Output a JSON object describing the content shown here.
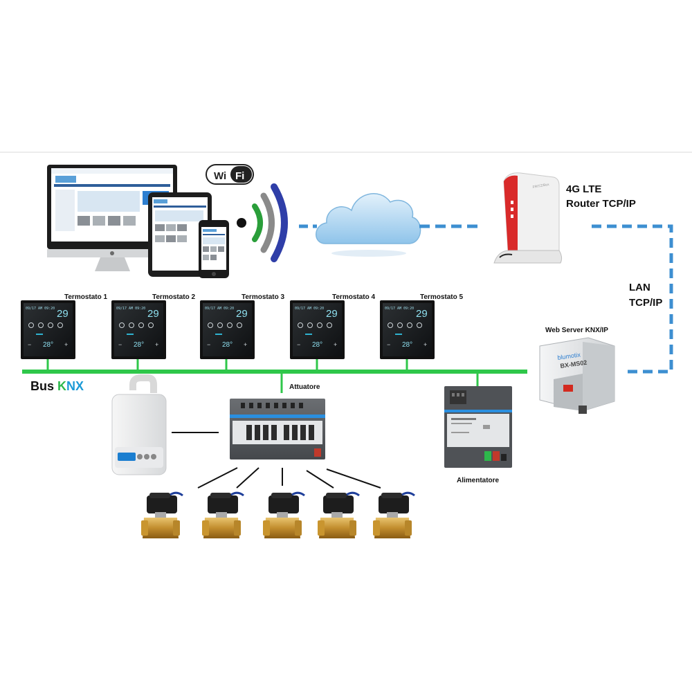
{
  "wifi": {
    "left": "Wi",
    "right": "Fi"
  },
  "router": {
    "line1": "4G LTE",
    "line2": "Router TCP/IP",
    "brand": "FRITZ!Box"
  },
  "lan": {
    "line1": "LAN",
    "line2": "TCP/IP"
  },
  "webserver": {
    "title": "Web Server KNX/IP",
    "brand": "blumotix",
    "model": "BX-MS02"
  },
  "thermostats": [
    {
      "label": "Termostato 1",
      "date": "09/17 AM 09:20",
      "setpoint": "29",
      "temp": "28°"
    },
    {
      "label": "Termostato 2",
      "date": "09/17 AM 09:20",
      "setpoint": "29",
      "temp": "28°"
    },
    {
      "label": "Termostato 3",
      "date": "09/17 AM 09:20",
      "setpoint": "29",
      "temp": "28°"
    },
    {
      "label": "Termostato 4",
      "date": "09/17 AM 09:20",
      "setpoint": "29",
      "temp": "28°"
    },
    {
      "label": "Termostato 5",
      "date": "09/17 AM 09:20",
      "setpoint": "29",
      "temp": "28°"
    }
  ],
  "bus": {
    "prefix": "Bus ",
    "k": "K",
    "n": "N",
    "x": "X"
  },
  "actuator": {
    "label": "Attuatore"
  },
  "power_supply": {
    "label": "Alimentatore"
  },
  "colors": {
    "bus_green": "#2fc74a",
    "lan_blue": "#3d8fd1",
    "knx_k": "#2db84b",
    "knx_n": "#1b9ad6",
    "knx_x": "#1b9ad6"
  }
}
